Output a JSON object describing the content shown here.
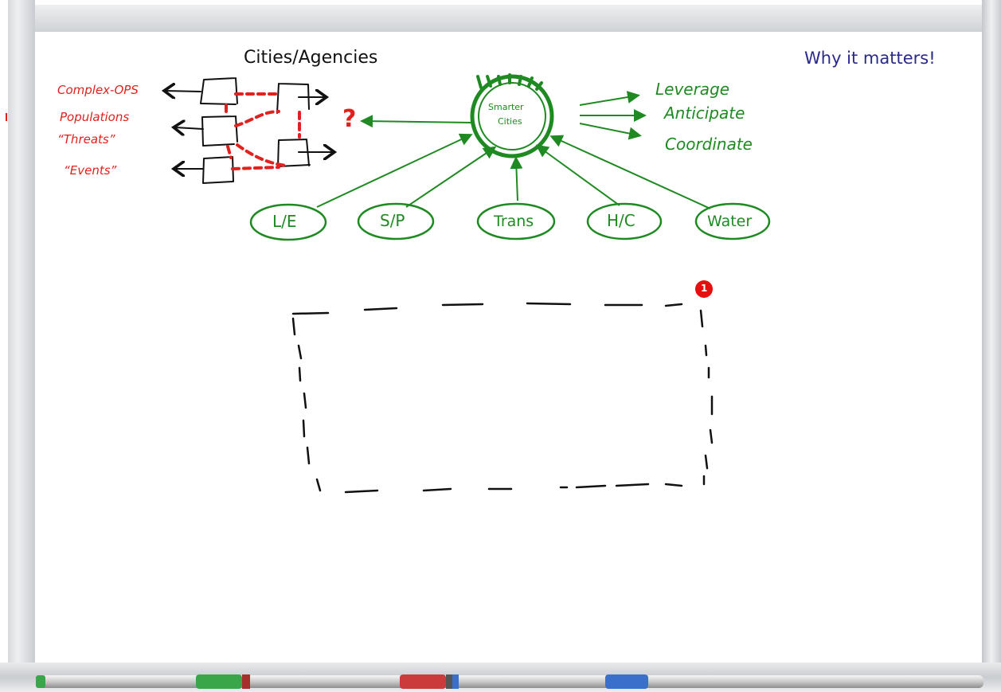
{
  "colors": {
    "red_marker": "#e0211d",
    "green_marker": "#1f8a22",
    "black_marker": "#111111",
    "blue_marker": "#2a2a8a",
    "frame": "#d9dcdf"
  },
  "header": {
    "title": "Cities/Agencies",
    "why_it_matters": "Why it matters!"
  },
  "left_labels": {
    "items": [
      "Complex-OPS",
      "Populations",
      "“Threats”",
      "“Events”"
    ]
  },
  "hub": {
    "line1": "Smarter",
    "line2": "Cities",
    "question": "?"
  },
  "outcomes": {
    "items": [
      "Leverage",
      "Anticipate",
      "Coordinate"
    ]
  },
  "inputs": {
    "items": [
      "L/E",
      "S/P",
      "Trans",
      "H/C",
      "Water"
    ]
  },
  "notification": {
    "count": "1"
  },
  "markers": {
    "items": [
      {
        "icon": "green-marker-icon",
        "color": "#3aa64a"
      },
      {
        "icon": "red-marker-icon",
        "color": "#cc3b3b"
      },
      {
        "icon": "blue-marker-icon",
        "color": "#3b6fcc"
      }
    ]
  }
}
